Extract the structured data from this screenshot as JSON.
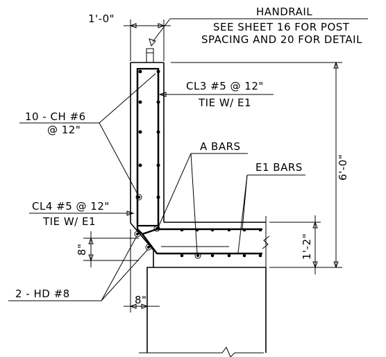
{
  "labels": {
    "top_dim": "1'-0\"",
    "handrail_title": "HANDRAIL",
    "handrail_line1": "SEE SHEET 16 FOR POST",
    "handrail_line2": "SPACING AND 20 FOR DETAIL",
    "cl3_line1": "CL3 #5 @ 12\"",
    "cl3_line2": "TIE W/ E1",
    "ch_line1": "10 - CH #6",
    "ch_line2": "@ 12\"",
    "a_bars": "A BARS",
    "e1_bars": "E1 BARS",
    "height_dim": "6'-0\"",
    "cl4_line1": "CL4 #5 @ 12\"",
    "cl4_line2": "TIE W/ E1",
    "slab_dim": "1'-2\"",
    "haunch_dim_left": "8\"",
    "hd_label": "2 - HD #8",
    "haunch_dim_bottom": "8\""
  }
}
